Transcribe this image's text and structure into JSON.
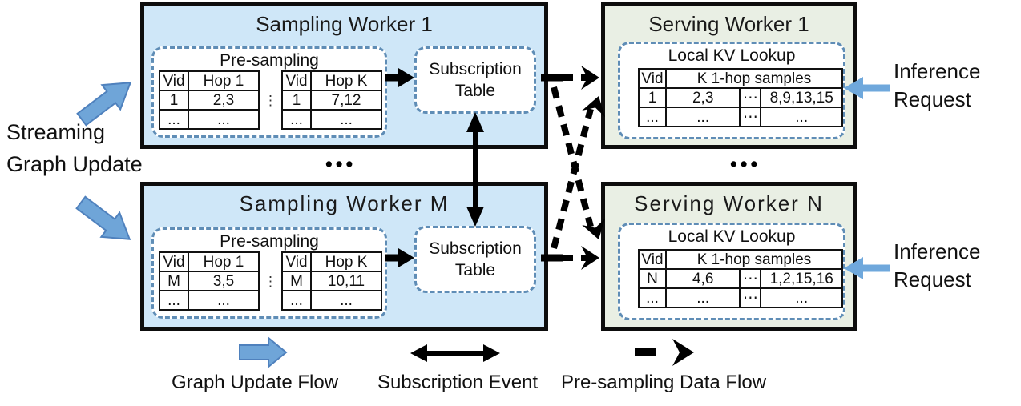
{
  "colors": {
    "sampling_box_fill": "#cfe7f8",
    "serving_box_fill": "#e9efe4",
    "box_border": "#0d0d0d",
    "dashed_panel_border": "#5f8db6",
    "block_arrow_fill": "#6fa5d8",
    "block_arrow_stroke": "#4f81bd",
    "inference_arrow": "#6fa8dc",
    "connector_black": "#000000"
  },
  "left_label": {
    "line1": "Streaming",
    "line2": "Graph Update"
  },
  "sampling_workers": [
    {
      "title": "Sampling Worker 1",
      "presampling_label": "Pre-sampling",
      "vdots": "⋮",
      "tables": [
        {
          "headers": [
            "Vid",
            "Hop 1"
          ],
          "rows": [
            [
              "1",
              "2,3"
            ],
            [
              "...",
              "..."
            ]
          ]
        },
        {
          "headers": [
            "Vid",
            "Hop K"
          ],
          "rows": [
            [
              "1",
              "7,12"
            ],
            [
              "...",
              "..."
            ]
          ]
        }
      ],
      "subscription": {
        "line1": "Subscription",
        "line2": "Table"
      }
    },
    {
      "title": "Sampling Worker M",
      "presampling_label": "Pre-sampling",
      "vdots": "⋮",
      "tables": [
        {
          "headers": [
            "Vid",
            "Hop 1"
          ],
          "rows": [
            [
              "M",
              "3,5"
            ],
            [
              "...",
              "..."
            ]
          ]
        },
        {
          "headers": [
            "Vid",
            "Hop K"
          ],
          "rows": [
            [
              "M",
              "10,11"
            ],
            [
              "...",
              "..."
            ]
          ]
        }
      ],
      "subscription": {
        "line1": "Subscription",
        "line2": "Table"
      }
    }
  ],
  "serving_workers": [
    {
      "title": "Serving Worker 1",
      "kv_label": "Local KV Lookup",
      "table": {
        "col1_header": "Vid",
        "col2_header": "K 1-hop samples",
        "rows": [
          [
            "1",
            "2,3",
            "⋯",
            "8,9,13,15"
          ],
          [
            "...",
            "...",
            "⋯",
            "..."
          ]
        ]
      },
      "request": {
        "line1": "Inference",
        "line2": "Request"
      }
    },
    {
      "title": "Serving Worker N",
      "kv_label": "Local KV Lookup",
      "table": {
        "col1_header": "Vid",
        "col2_header": "K 1-hop samples",
        "rows": [
          [
            "N",
            "4,6",
            "⋯",
            "1,2,15,16"
          ],
          [
            "...",
            "...",
            "⋯",
            "..."
          ]
        ]
      },
      "request": {
        "line1": "Inference",
        "line2": "Request"
      }
    }
  ],
  "sampling_ellipsis": "•••",
  "serving_ellipsis": "•••",
  "legend": {
    "graph_update": "Graph Update Flow",
    "subscription_event": "Subscription Event",
    "presampling_flow": "Pre-sampling Data Flow"
  }
}
